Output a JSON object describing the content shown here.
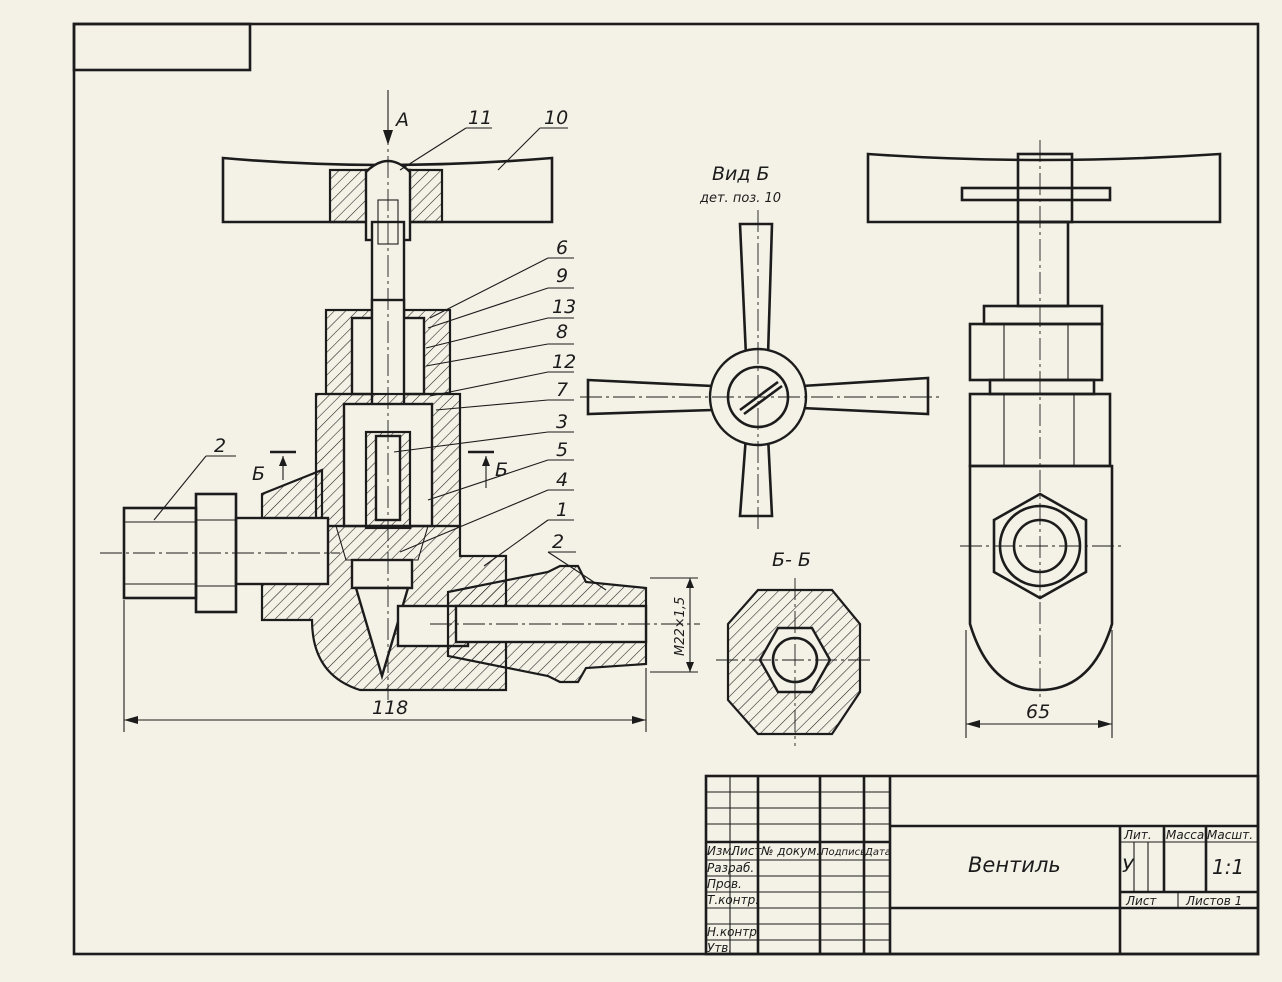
{
  "drawing": {
    "view_label_a": "А",
    "view_b_title": "Вид  Б",
    "view_b_subtitle": "дет. поз. 10",
    "section_title": "Б- Б",
    "section_mark_left": "Б",
    "section_mark_right": "Б",
    "thread_label": "M22×1,5",
    "dim_length": "118",
    "dim_width": "65",
    "callouts": [
      "11",
      "10",
      "6",
      "9",
      "13",
      "8",
      "12",
      "7",
      "3",
      "5",
      "4",
      "1",
      "2",
      "2"
    ]
  },
  "title_block": {
    "headers": [
      "Изм.",
      "Лист",
      "№ докум.",
      "Подпись",
      "Дата"
    ],
    "roles": [
      "Разраб.",
      "Пров.",
      "Т.контр.",
      "Н.контр.",
      "Утв."
    ],
    "title": "Вентиль",
    "lit_label": "Лит.",
    "mass_label": "Масса",
    "scale_label": "Масшт.",
    "lit_value": "У",
    "scale_value": "1:1",
    "sheet_label": "Лист",
    "sheets_label": "Листов 1"
  }
}
